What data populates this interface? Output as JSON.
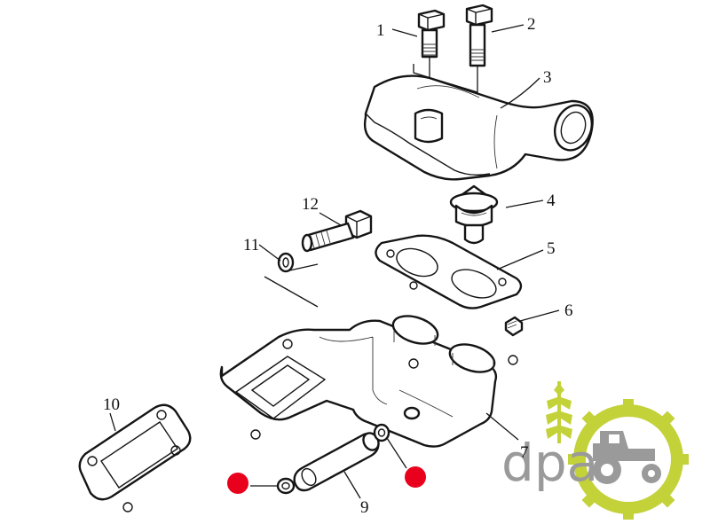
{
  "diagram": {
    "callouts": [
      {
        "id": "1",
        "label": "1"
      },
      {
        "id": "2",
        "label": "2"
      },
      {
        "id": "3",
        "label": "3"
      },
      {
        "id": "4",
        "label": "4"
      },
      {
        "id": "5",
        "label": "5"
      },
      {
        "id": "6",
        "label": "6"
      },
      {
        "id": "7",
        "label": "7"
      },
      {
        "id": "9",
        "label": "9"
      },
      {
        "id": "10",
        "label": "10"
      },
      {
        "id": "11",
        "label": "11"
      },
      {
        "id": "12",
        "label": "12"
      }
    ],
    "highlight_color": "#e8001c"
  },
  "watermark": {
    "text": "dpa",
    "text_color": "#9a9a9a",
    "accent_color": "#c4d23a",
    "wheat_color": "#c4d23a",
    "icon": "tractor-gear-icon"
  }
}
